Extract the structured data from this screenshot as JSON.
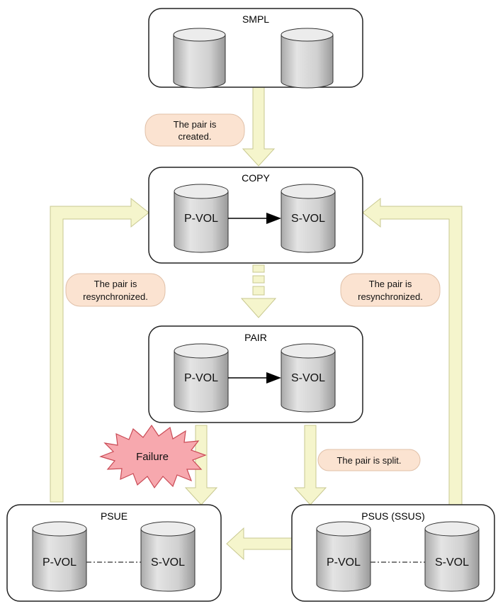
{
  "states": {
    "smpl": {
      "title": "SMPL"
    },
    "copy": {
      "title": "COPY",
      "pvol": "P-VOL",
      "svol": "S-VOL"
    },
    "pair": {
      "title": "PAIR",
      "pvol": "P-VOL",
      "svol": "S-VOL"
    },
    "psue": {
      "title": "PSUE",
      "pvol": "P-VOL",
      "svol": "S-VOL"
    },
    "psus": {
      "title": "PSUS (SSUS)",
      "pvol": "P-VOL",
      "svol": "S-VOL"
    }
  },
  "transitions": {
    "created": [
      "The pair is",
      "created."
    ],
    "resync_left": [
      "The pair is",
      "resynchronized."
    ],
    "resync_right": [
      "The pair is",
      "resynchronized."
    ],
    "split": [
      "The pair is split."
    ]
  },
  "failure": {
    "label": "Failure"
  },
  "colors": {
    "arrow_fill": "#f5f5cc",
    "arrow_stroke": "#c8c890",
    "callout_fill": "#fbe3d1",
    "callout_stroke": "#e0c0a8",
    "failure_fill": "#f7a8ae",
    "failure_stroke": "#c94a55",
    "box_stroke": "#222222",
    "cylinder_fill": "#d2d2d2"
  }
}
